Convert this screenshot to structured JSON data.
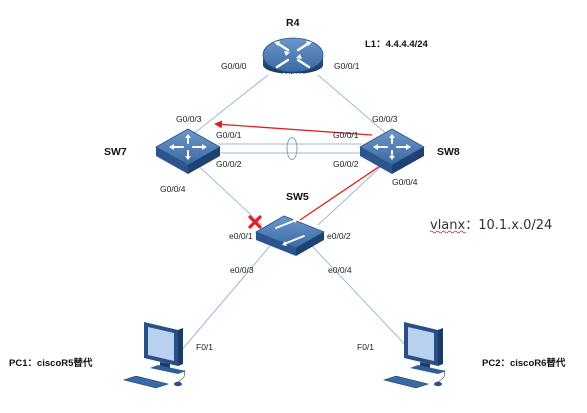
{
  "devices": {
    "r4": "R4",
    "sw7": "SW7",
    "sw8": "SW8",
    "sw5": "SW5",
    "pc1": "PC1：ciscoR5替代",
    "pc2": "PC2：ciscoR6替代",
    "router_caption": "ROUTER"
  },
  "loopback": "L1：4.4.4.4/24",
  "vlan_note": {
    "prefix": "vlanx",
    "suffix": "：10.1.x.0/24"
  },
  "ports": {
    "r4_left": "G0/0/0",
    "r4_right": "G0/0/1",
    "sw7_up": "G0/0/3",
    "sw7_link1": "G0/0/1",
    "sw7_link2": "G0/0/2",
    "sw7_down": "G0/0/4",
    "sw8_up": "G0/0/3",
    "sw8_link1": "G0/0/1",
    "sw8_link2": "G0/0/2",
    "sw8_down": "G0/0/4",
    "sw5_left": "e0/0/1",
    "sw5_right": "e0/0/2",
    "sw5_pc1": "e0/0/3",
    "sw5_pc2": "e0/0/4",
    "pc1_port": "F0/1",
    "pc2_port": "F0/1"
  },
  "colors": {
    "link": "#9dbad6",
    "device_blue": "#2f5f98",
    "arrow_red": "#e02020",
    "blocked_mark": "#e02020"
  },
  "icons": {
    "router": "router-icon",
    "core_switch": "layer3-switch-icon",
    "access_switch": "layer2-switch-icon",
    "pc": "desktop-pc-icon",
    "blocked": "blocked-port-x-icon"
  }
}
